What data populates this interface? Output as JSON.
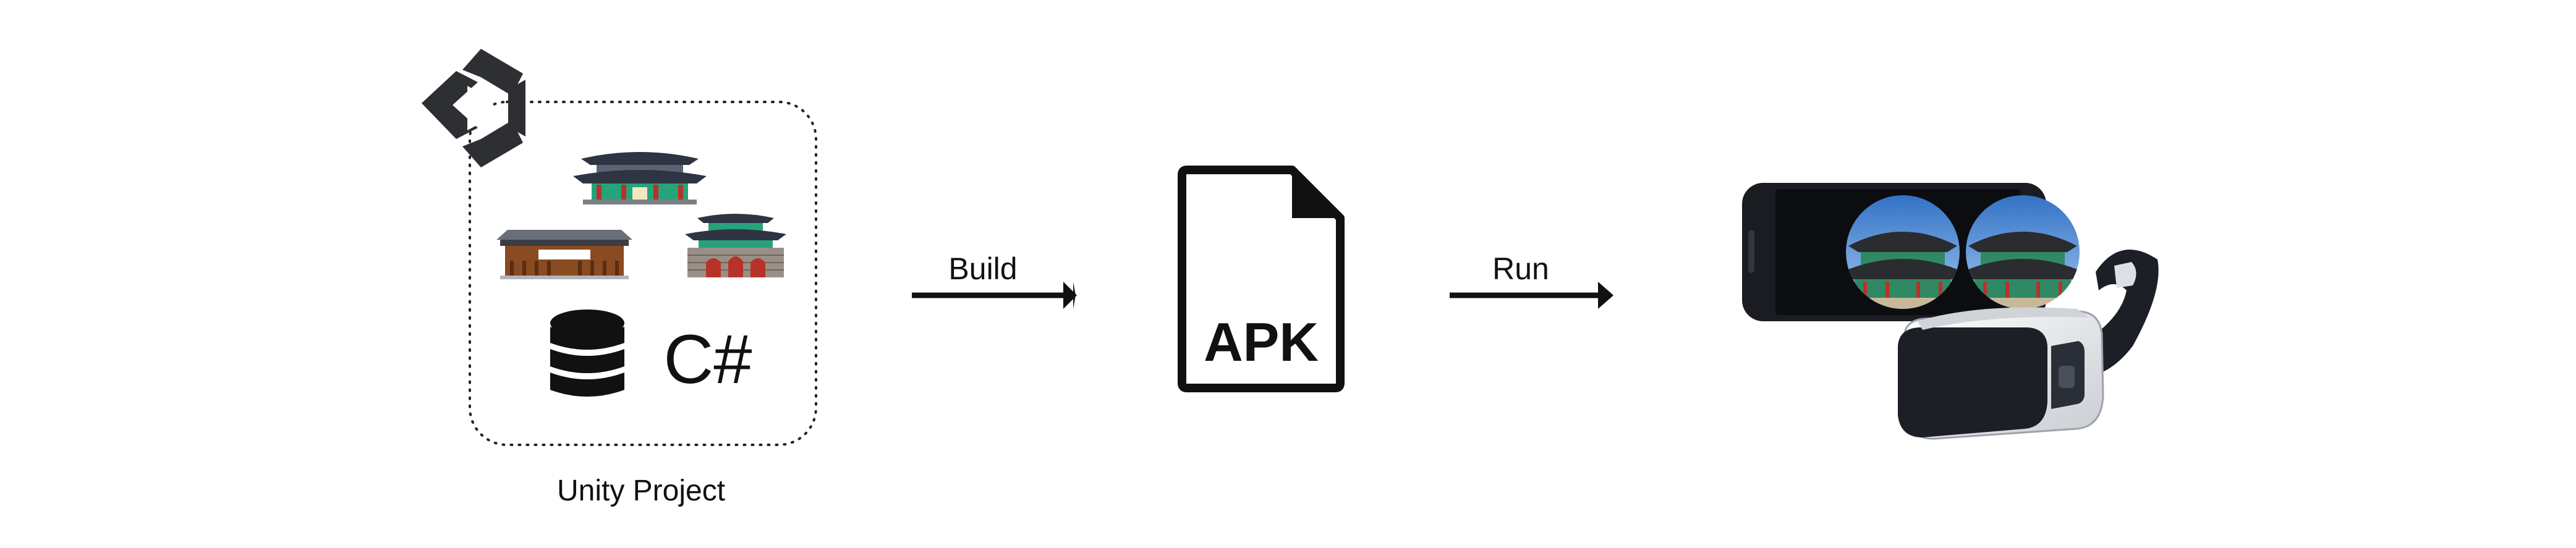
{
  "unity_project": {
    "label": "Unity Project",
    "icons": [
      "unity-logo-icon",
      "korean-palace-icon",
      "hanok-building-icon",
      "fortress-gate-icon",
      "database-icon"
    ],
    "csharp_label": "C#"
  },
  "build_step": {
    "label": "Build"
  },
  "apk_file": {
    "label": "APK",
    "icon": "document-file-icon"
  },
  "run_step": {
    "label": "Run"
  },
  "vr_device": {
    "icons": [
      "smartphone-stereo-view-icon",
      "vr-headset-icon"
    ]
  },
  "colors": {
    "stroke": "#111111",
    "roof_dark": "#2e3442",
    "wall_green": "#27a37a",
    "wall_red": "#b8322a",
    "wood_brown": "#8a4a22",
    "stone_gray": "#7b7f86",
    "sky_blue": "#4f8fd6",
    "headset_white": "#eef0f2",
    "headset_dark": "#1c1f26"
  }
}
